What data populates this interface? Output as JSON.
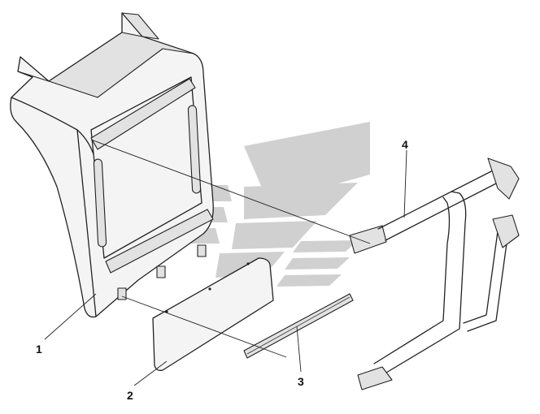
{
  "callouts": {
    "part1": "1",
    "part2": "2",
    "part3": "3",
    "part4": "4"
  },
  "colors": {
    "line": "#222222",
    "watermark": "#c9c9c9",
    "background": "#ffffff"
  }
}
